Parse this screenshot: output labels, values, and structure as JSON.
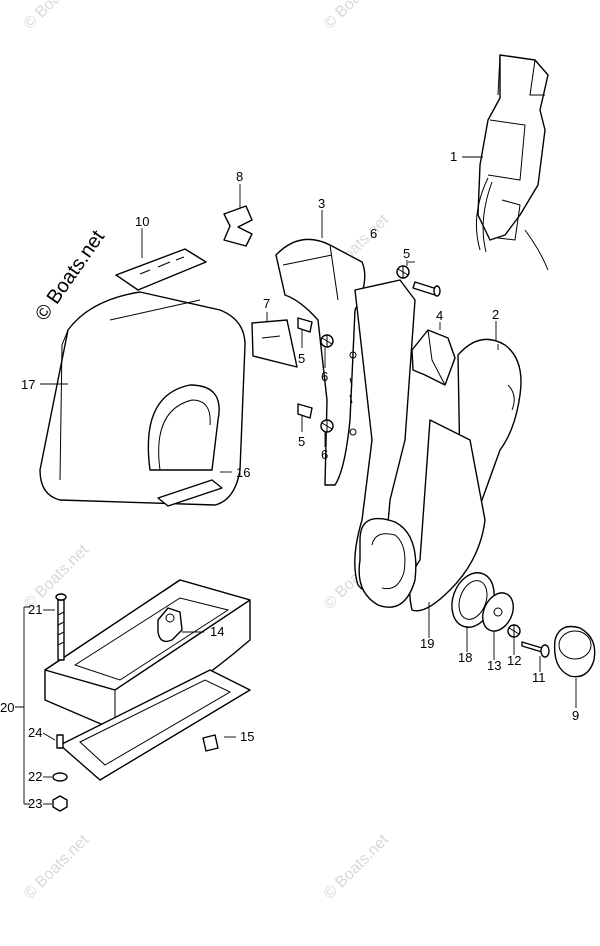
{
  "watermark": {
    "main": "© Boats.net",
    "faint": "© Boats.net"
  },
  "callouts": [
    {
      "id": "c1",
      "label": "1"
    },
    {
      "id": "c2",
      "label": "2"
    },
    {
      "id": "c3",
      "label": "3"
    },
    {
      "id": "c4",
      "label": "4"
    },
    {
      "id": "c5a",
      "label": "5"
    },
    {
      "id": "c5b",
      "label": "5"
    },
    {
      "id": "c5c",
      "label": "5"
    },
    {
      "id": "c6a",
      "label": "6"
    },
    {
      "id": "c6b",
      "label": "6"
    },
    {
      "id": "c6c",
      "label": "6"
    },
    {
      "id": "c7",
      "label": "7"
    },
    {
      "id": "c8",
      "label": "8"
    },
    {
      "id": "c9",
      "label": "9"
    },
    {
      "id": "c10",
      "label": "10"
    },
    {
      "id": "c11",
      "label": "11"
    },
    {
      "id": "c12",
      "label": "12"
    },
    {
      "id": "c13",
      "label": "13"
    },
    {
      "id": "c14",
      "label": "14"
    },
    {
      "id": "c15",
      "label": "15"
    },
    {
      "id": "c16",
      "label": "16"
    },
    {
      "id": "c17",
      "label": "17"
    },
    {
      "id": "c18",
      "label": "18"
    },
    {
      "id": "c19",
      "label": "19"
    },
    {
      "id": "c20",
      "label": "20"
    },
    {
      "id": "c21",
      "label": "21"
    },
    {
      "id": "c22",
      "label": "22"
    },
    {
      "id": "c23",
      "label": "23"
    },
    {
      "id": "c24",
      "label": "24"
    }
  ]
}
